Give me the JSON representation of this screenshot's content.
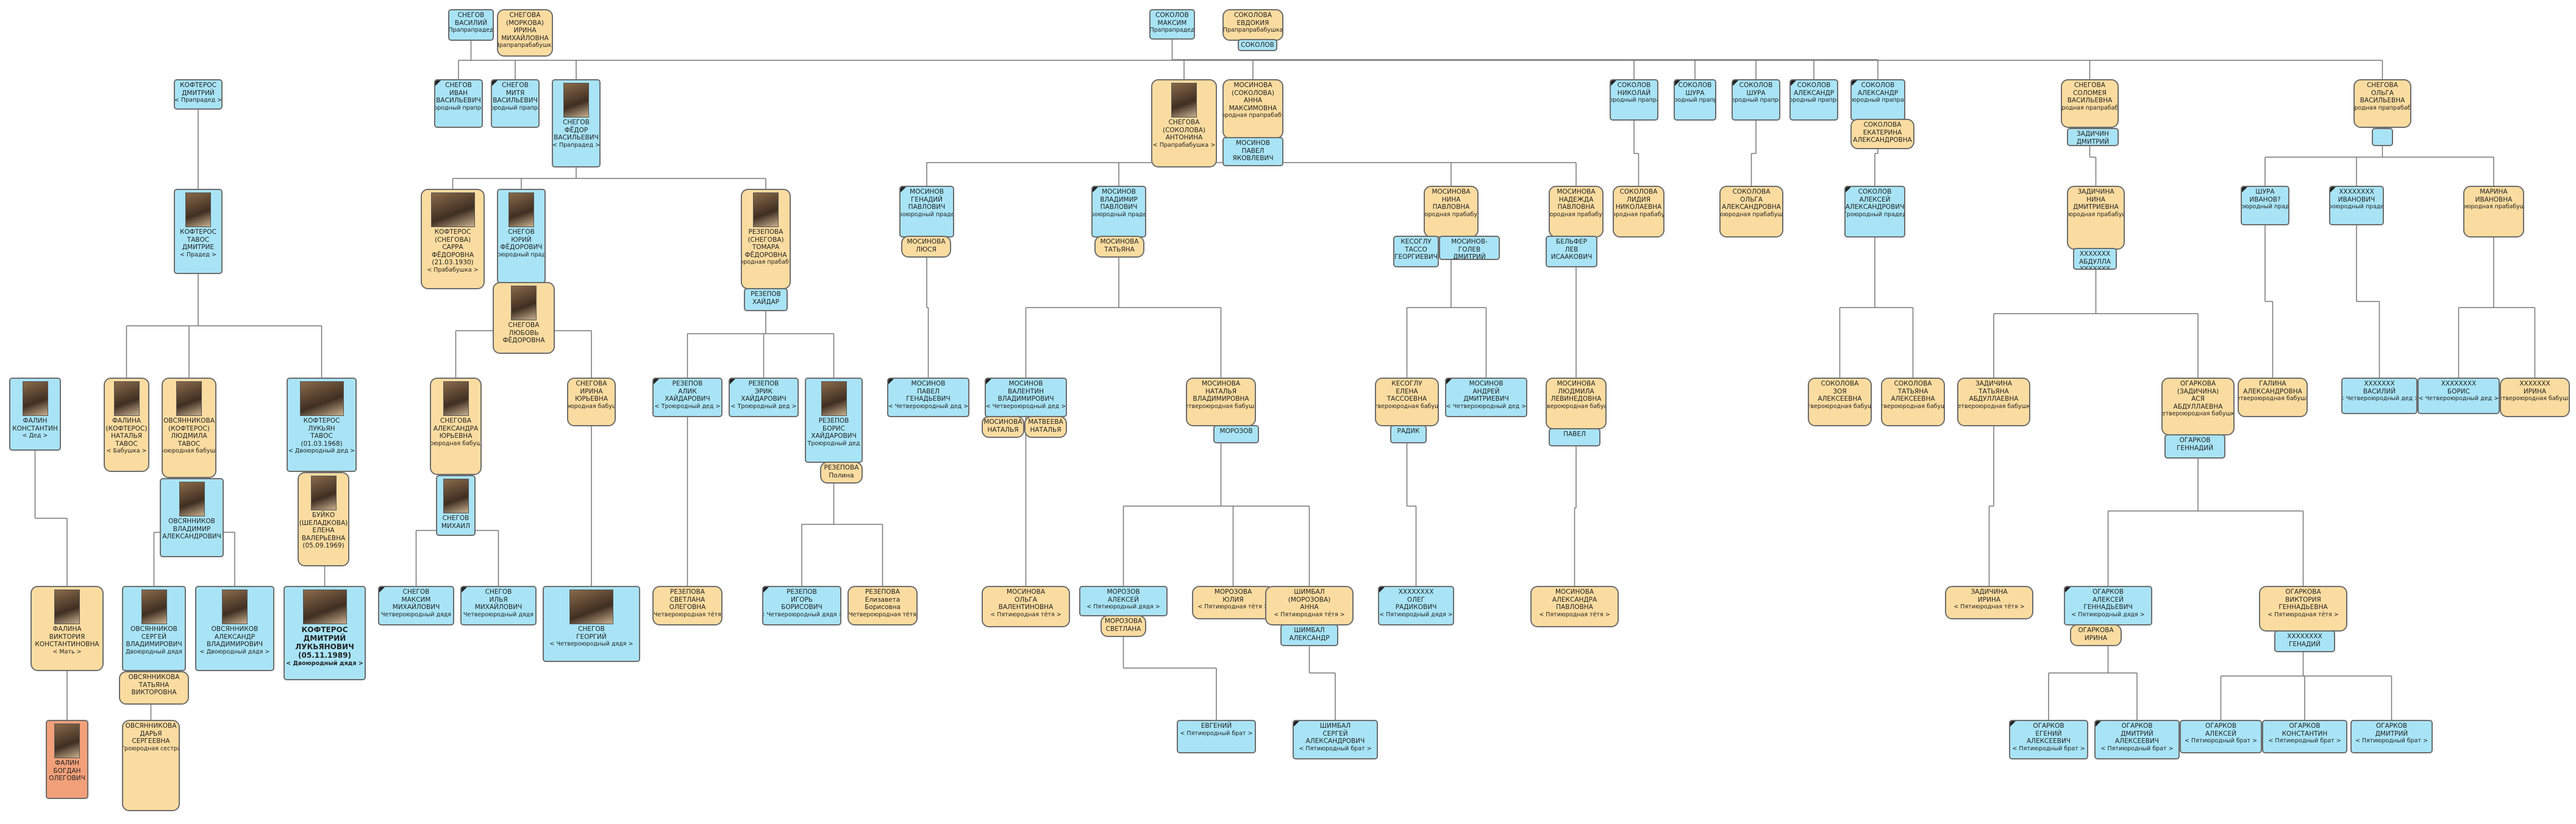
{
  "nodes": [
    {
      "id": "n1",
      "g": "m",
      "name": "СНЕГОВ\nВАСИЛИЙ",
      "rel": "< Прапрапрадед >"
    },
    {
      "id": "n2",
      "g": "f",
      "name": "СНЕГОВА\n(МОРКОВА)\nИРИНА\nМИХАЙЛОВНА",
      "rel": "< Прапрапрабабушка >"
    },
    {
      "id": "n3",
      "g": "m",
      "name": "СОКОЛОВ\nМАКСИМ",
      "rel": "< Прапрапрадед >"
    },
    {
      "id": "n4",
      "g": "f",
      "name": "СОКОЛОВА\nЕВДОКИЯ",
      "rel": "< Прапрапрабабушка >"
    },
    {
      "id": "n4s",
      "g": "m",
      "name": "СОКОЛОВ",
      "rel": ""
    },
    {
      "id": "n5",
      "g": "m",
      "name": "КОФТЕРОС\nДМИТРИЙ",
      "rel": "< Прапрадед >"
    },
    {
      "id": "n6",
      "g": "m",
      "name": "СНЕГОВ\nИВАН\nВАСИЛЬЕВИЧ",
      "rel": "< Двоюродный прапрадед >"
    },
    {
      "id": "n7",
      "g": "m",
      "name": "СНЕГОВ\nМИТЯ\nВАСИЛЬЕВИЧ",
      "rel": "< Двоюродный прапрадед >"
    },
    {
      "id": "n8",
      "g": "m",
      "name": "СНЕГОВ\nФЁДОР\nВАСИЛЬЕВИЧ",
      "rel": "< Прапрадед >",
      "photo": true
    },
    {
      "id": "n9",
      "g": "f",
      "name": "СНЕГОВА\n(СОКОЛОВА)\nАНТОНИНА",
      "rel": "< Прапрабабушка >",
      "photo": true
    },
    {
      "id": "n10",
      "g": "f",
      "name": "МОСИНОВА\n(СОКОЛОВА)\nАННА\nМАКСИМОВНА",
      "rel": "< Двоюродная прапрабабушка >"
    },
    {
      "id": "n10s",
      "g": "m",
      "name": "МОСИНОВ\nПАВЕЛ\nЯКОВЛЕВИЧ",
      "rel": ""
    },
    {
      "id": "n11",
      "g": "m",
      "name": "СОКОЛОВ\nНИКОЛАЙ",
      "rel": "< Двоюродный прапрадед >"
    },
    {
      "id": "n12",
      "g": "m",
      "name": "СОКОЛОВ\nШУРА",
      "rel": "< Двоюродный прапрадед >"
    },
    {
      "id": "n13",
      "g": "m",
      "name": "СОКОЛОВ\nШУРА",
      "rel": "< Двоюродный прапрадед >"
    },
    {
      "id": "n14",
      "g": "m",
      "name": "СОКОЛОВ\nАЛЕКСАНДР",
      "rel": "< Двоюродный прапрадед >"
    },
    {
      "id": "n15",
      "g": "m",
      "name": "СОКОЛОВ\nАЛЕКСАНДР",
      "rel": "< Двоюродный прапрадед >"
    },
    {
      "id": "n15s",
      "g": "f",
      "name": "СОКОЛОВА\nЕКАТЕРИНА\nАЛЕКСАНДРОВНА",
      "rel": ""
    },
    {
      "id": "n16",
      "g": "f",
      "name": "СНЕГОВА\nСОЛОМЕЯ\nВАСИЛЬЕВНА",
      "rel": "< Двоюродная прапрабабушка >"
    },
    {
      "id": "n16s",
      "g": "m",
      "name": "ЗАДИЧИН\nДМИТРИЙ",
      "rel": ""
    },
    {
      "id": "n17",
      "g": "f",
      "name": "СНЕГОВА\nОЛЬГА\nВАСИЛЬЕВНА",
      "rel": "< Двоюродная прапрабабушка >"
    },
    {
      "id": "n17s",
      "g": "m",
      "name": "",
      "rel": ""
    },
    {
      "id": "n18",
      "g": "m",
      "name": "КОФТЕРОС\nТАВОС\nДМИТРИЕ",
      "rel": "< Прадед >",
      "photo": true
    },
    {
      "id": "n19",
      "g": "f",
      "name": "КОФТЕРОС\n(СНЕГОВА)\nСАРРА\nФЁДОРОВНА\n(21.03.1930)",
      "rel": "< Прабабушка >",
      "photo": true,
      "wide": true
    },
    {
      "id": "n20",
      "g": "m",
      "name": "СНЕГОВ\nЮРИЙ\nФЁДОРОВИЧ",
      "rel": "< Двоюродный прадед >",
      "photo": true
    },
    {
      "id": "n20s",
      "g": "f",
      "name": "СНЕГОВА\nЛЮБОВЬ\nФЁДОРОВНА",
      "rel": "",
      "photo": true
    },
    {
      "id": "n21",
      "g": "f",
      "name": "РЕЗЕПОВА\n(СНЕГОВА)\nТОМАРА\nФЁДОРОВНА",
      "rel": "< Двоюродная прабабушка >",
      "photo": true
    },
    {
      "id": "n21s",
      "g": "m",
      "name": "РЕЗЕПОВ\nХАЙДАР",
      "rel": ""
    },
    {
      "id": "n22",
      "g": "m",
      "name": "МОСИНОВ\nГЕНАДИЙ\nПАВЛОВИЧ",
      "rel": "< Троюродный прадед >"
    },
    {
      "id": "n22s",
      "g": "f",
      "name": "МОСИНОВА\nЛЮСЯ",
      "rel": ""
    },
    {
      "id": "n23",
      "g": "m",
      "name": "МОСИНОВ\nВЛАДИМИР\nПАВЛОВИЧ",
      "rel": "< Троюродный прадед >"
    },
    {
      "id": "n23s",
      "g": "f",
      "name": "МОСИНОВА\nТАТЬЯНА",
      "rel": ""
    },
    {
      "id": "n24",
      "g": "f",
      "name": "МОСИНОВА\nНИНА\nПАВЛОВНА",
      "rel": "< Троюродная прабабушка >"
    },
    {
      "id": "n24a",
      "g": "m",
      "name": "КЕСОГЛУ\nТАССО\nГЕОРГИЕВИЧ",
      "rel": ""
    },
    {
      "id": "n24b",
      "g": "m",
      "name": "МОСИНОВ-ГОЛЕВ\nДМИТРИЙ",
      "rel": ""
    },
    {
      "id": "n25",
      "g": "f",
      "name": "МОСИНОВА\nНАДЕЖДА\nПАВЛОВНА",
      "rel": "< Троюродная прабабушка >"
    },
    {
      "id": "n25s",
      "g": "m",
      "name": "БЕЛЬФЕР\nЛЕВ\nИСААКОВИЧ",
      "rel": ""
    },
    {
      "id": "n26",
      "g": "f",
      "name": "СОКОЛОВА\nЛИДИЯ\nНИКОЛАЕВНА",
      "rel": "< Троюродная прабабушка >"
    },
    {
      "id": "n27",
      "g": "f",
      "name": "СОКОЛОВА\nОЛЬГА\nАЛЕКСАНДРОВНА",
      "rel": "< Троюродная прабабушка >"
    },
    {
      "id": "n28",
      "g": "m",
      "name": "СОКОЛОВ\nАЛЕКСЕЙ\nАЛЕКСАНДРОВИЧ",
      "rel": "< Троюродный прадед >"
    },
    {
      "id": "n29",
      "g": "f",
      "name": "ЗАДИЧИНА\nНИНА\nДМИТРИЕВНА",
      "rel": "< Троюродная прабабушка >"
    },
    {
      "id": "n29s",
      "g": "m",
      "name": "ХХХХХХХ\nАБДУЛЛА\nХХХХХХХ",
      "rel": ""
    },
    {
      "id": "n30",
      "g": "m",
      "name": "ШУРА\nИВАНОВ?",
      "rel": "< Троюродный прадед >"
    },
    {
      "id": "n31",
      "g": "m",
      "name": "ХХХХХХХХ\nИВАНОВИЧ",
      "rel": "< Троюродный прадед >"
    },
    {
      "id": "n32",
      "g": "f",
      "name": "МАРИНА\nИВАНОВНА",
      "rel": "< Троюродная прабабушка >"
    },
    {
      "id": "n33",
      "g": "m",
      "name": "ФАЛИН\nКОНСТАНТИН",
      "rel": "< Дед >",
      "photo": true
    },
    {
      "id": "n34",
      "g": "f",
      "name": "ФАЛИНА\n(КОФТЕРОС)\nНАТАЛЬЯ\nТАВОС",
      "rel": "< Бабушка >",
      "photo": true
    },
    {
      "id": "n35",
      "g": "f",
      "name": "ОВСЯННИКОВА\n(КОФТЕРОС)\nЛЮДМИЛА\nТАВОС",
      "rel": "< Двоюродная бабушка >",
      "photo": true
    },
    {
      "id": "n35s",
      "g": "m",
      "name": "ОВСЯННИКОВ\nВЛАДИМИР\nАЛЕКСАНДРОВИЧ",
      "rel": "",
      "photo": true
    },
    {
      "id": "n36",
      "g": "m",
      "name": "КОФТЕРОС\nЛУКЬЯН\nТАВОС\n(01.03.1968)",
      "rel": "< Двоюродный дед >",
      "photo": true,
      "wide": true
    },
    {
      "id": "n36s",
      "g": "f",
      "name": "БУЙКО\n(ШЕЛАДКОВА)\nЕЛЕНА\nВАЛЕРЬЕВНА\n(05.09.1969)",
      "rel": "",
      "photo": true
    },
    {
      "id": "n37",
      "g": "f",
      "name": "СНЕГОВА\nАЛЕКСАНДРА\nЮРЬЕВНА",
      "rel": "< Троюродная бабушка >",
      "photo": true
    },
    {
      "id": "n37s",
      "g": "m",
      "name": "СНЕГОВ\nМИХАИЛ",
      "rel": "",
      "photo": true
    },
    {
      "id": "n38",
      "g": "f",
      "name": "СНЕГОВА\nИРИНА\nЮРЬЕВНА",
      "rel": "< Троюродная бабушка >"
    },
    {
      "id": "n39",
      "g": "m",
      "name": "РЕЗЕПОВ\nАЛИК\nХАЙДАРОВИЧ",
      "rel": "< Троюродный дед >"
    },
    {
      "id": "n40",
      "g": "m",
      "name": "РЕЗЕПОВ\nЭРИК\nХАЙДАРОВИЧ",
      "rel": "< Троюродный дед >"
    },
    {
      "id": "n41",
      "g": "m",
      "name": "РЕЗЕПОВ\nБОРИС\nХАЙДАРОВИЧ",
      "rel": "< Троюродный дед >",
      "photo": true
    },
    {
      "id": "n41s",
      "g": "f",
      "name": "РЕЗЕПОВА\nПолина",
      "rel": ""
    },
    {
      "id": "n42",
      "g": "m",
      "name": "МОСИНОВ\nПАВЕЛ\nГЕНАДЬЕВИЧ",
      "rel": "< Четвероюродный дед >"
    },
    {
      "id": "n43",
      "g": "m",
      "name": "МОСИНОВ\nВАЛЕНТИН\nВЛАДИМИРОВИЧ",
      "rel": "< Четвероюродный дед >"
    },
    {
      "id": "n43a",
      "g": "f",
      "name": "МОСИНОВА\nНАТАЛЬЯ",
      "rel": ""
    },
    {
      "id": "n43b",
      "g": "f",
      "name": "МАТВЕЕВА\nНАТАЛЬЯ",
      "rel": ""
    },
    {
      "id": "n44",
      "g": "f",
      "name": "МОСИНОВА\nНАТАЛЬЯ\nВЛАДИМИРОВНА",
      "rel": "< Четвероюродная бабушка >"
    },
    {
      "id": "n44s",
      "g": "m",
      "name": "МОРОЗОВ",
      "rel": ""
    },
    {
      "id": "n45",
      "g": "f",
      "name": "КЕСОГЛУ\nЕЛЕНА\nТАССОЕВНА",
      "rel": "< Четвероюродная бабушка >"
    },
    {
      "id": "n45s",
      "g": "m",
      "name": "РАДИК",
      "rel": ""
    },
    {
      "id": "n46",
      "g": "m",
      "name": "МОСИНОВ\nАНДРЕЙ\nДМИТРИЕВИЧ",
      "rel": "< Четвероюродный дед >"
    },
    {
      "id": "n47",
      "g": "f",
      "name": "МОСИНОВА\nЛЮДМИЛА\nЛЕВИНЕДОВНА",
      "rel": "< Четвероюродная бабушка >"
    },
    {
      "id": "n47s",
      "g": "m",
      "name": "ПАВЕЛ",
      "rel": ""
    },
    {
      "id": "n48",
      "g": "f",
      "name": "СОКОЛОВА\nЗОЯ\nАЛЕКСЕЕВНА",
      "rel": "< Четвероюродная бабушка >"
    },
    {
      "id": "n49",
      "g": "f",
      "name": "СОКОЛОВА\nТАТЬЯНА\nАЛЕКСЕЕВНА",
      "rel": "< Четвероюродная бабушка >"
    },
    {
      "id": "n50",
      "g": "f",
      "name": "ЗАДИЧИНА\nТАТЬЯНА\nАБДУЛЛАЕВНА",
      "rel": "< Четвероюродная бабушка >"
    },
    {
      "id": "n51",
      "g": "f",
      "name": "ОГАРКОВА\n(ЗАДИЧИНА)\nАСЯ\nАБДУЛЛАЕВНА",
      "rel": "< Четвероюродная бабушка >"
    },
    {
      "id": "n51s",
      "g": "m",
      "name": "ОГАРКОВ\nГЕННАДИЙ",
      "rel": ""
    },
    {
      "id": "n52",
      "g": "f",
      "name": "ГАЛИНА\nАЛЕКСАНДРОВНА",
      "rel": "< Четвероюродная бабушка >"
    },
    {
      "id": "n53",
      "g": "m",
      "name": "ХХХХХХХ\nВАСИЛИЙ",
      "rel": "< Четвероюродный дед >"
    },
    {
      "id": "n54",
      "g": "m",
      "name": "ХХХХХХХХ\nБОРИС",
      "rel": "< Четвероюродный дед >"
    },
    {
      "id": "n55",
      "g": "f",
      "name": "ХХХХХХХ\nИРИНА",
      "rel": "< Четвероюродная бабушка >"
    },
    {
      "id": "n56",
      "g": "f",
      "name": "ФАЛИНА\nВИКТОРИЯ\nКОНСТАНТИНОВНА",
      "rel": "< Мать >",
      "photo": true
    },
    {
      "id": "n57",
      "g": "m",
      "name": "ОВСЯННИКОВ\nСЕРГЕЙ\nВЛАДИМИРОВИЧ",
      "rel": "< Двоюродный дядя >",
      "photo": true
    },
    {
      "id": "n57s",
      "g": "f",
      "name": "ОВСЯННИКОВА\nТАТЬЯНА\nВИКТОРОВНА",
      "rel": ""
    },
    {
      "id": "n58",
      "g": "m",
      "name": "ОВСЯННИКОВ\nАЛЕКСАНДР\nВЛАДИМИРОВИЧ",
      "rel": "< Двоюродный дядя >",
      "photo": true
    },
    {
      "id": "n59",
      "g": "self",
      "name": "КОФТЕРОС\nДМИТРИЙ\nЛУКЬЯНОВИЧ\n(05.11.1989)",
      "rel": "< Двоюродный дядя >",
      "photo": true,
      "wide": true
    },
    {
      "id": "n60",
      "g": "m",
      "name": "СНЕГОВ\nМАКСИМ\nМИХАЙЛОВИЧ",
      "rel": "< Четвероюродный дядя >"
    },
    {
      "id": "n61",
      "g": "m",
      "name": "СНЕГОВ\nИЛЬЯ\nМИХАЙЛОВИЧ",
      "rel": "< Четвероюродный дядя >"
    },
    {
      "id": "n62",
      "g": "m",
      "name": "СНЕГОВ\nГЕОРГИЙ",
      "rel": "< Четвероюродный дядя >",
      "photo": true,
      "wide": true
    },
    {
      "id": "n63",
      "g": "f",
      "name": "РЕЗЕПОВА\nСВЕТЛАНА\nОЛЕГОВНА",
      "rel": "< Четвероюродная тётя >"
    },
    {
      "id": "n64",
      "g": "m",
      "name": "РЕЗЕПОВ\nИГОРЬ\nБОРИСОВИЧ",
      "rel": "< Четвероюродный дядя >"
    },
    {
      "id": "n65",
      "g": "f",
      "name": "РЕЗЕПОВА\nЕлизавета\nБорисовна",
      "rel": "< Четвероюродная тётя >"
    },
    {
      "id": "n66",
      "g": "f",
      "name": "МОСИНОВА\nОЛЬГА\nВАЛЕНТИНОВНА",
      "rel": "< Пятиюродная тётя >"
    },
    {
      "id": "n67",
      "g": "m",
      "name": "МОРОЗОВ\nАЛЕКСЕЙ",
      "rel": "< Пятиюродный дядя >"
    },
    {
      "id": "n67s",
      "g": "f",
      "name": "МОРОЗОВА\nСВЕТЛАНА",
      "rel": ""
    },
    {
      "id": "n68",
      "g": "f",
      "name": "МОРОЗОВА\nЮЛИЯ",
      "rel": "< Пятиюродная тётя >"
    },
    {
      "id": "n69",
      "g": "f",
      "name": "ШИМБАЛ\n(МОРОЗОВА)\nАННА",
      "rel": "< Пятиюродная тётя >"
    },
    {
      "id": "n69s",
      "g": "m",
      "name": "ШИМБАЛ\nАЛЕКСАНДР",
      "rel": ""
    },
    {
      "id": "n70",
      "g": "m",
      "name": "ХХХХХХХХ\nОЛЕГ\nРАДИКОВИЧ",
      "rel": "< Пятиюродный дядя >"
    },
    {
      "id": "n71",
      "g": "f",
      "name": "МОСИНОВА\nАЛЕКСАНДРА\nПАВЛОВНА",
      "rel": "< Пятиюродная тётя >"
    },
    {
      "id": "n72",
      "g": "f",
      "name": "ЗАДИЧИНА\nИРИНА",
      "rel": "< Пятиюродная тётя >"
    },
    {
      "id": "n73",
      "g": "m",
      "name": "ОГАРКОВ\nАЛЕКСЕЙ\nГЕННАДЬЕВИЧ",
      "rel": "< Пятиюродный дядя >"
    },
    {
      "id": "n73s",
      "g": "f",
      "name": "ОГАРКОВА\nИРИНА",
      "rel": ""
    },
    {
      "id": "n74",
      "g": "f",
      "name": "ОГАРКОВА\nВИКТОРИЯ\nГЕННАДЬЕВНА",
      "rel": "< Пятиюродная тётя >"
    },
    {
      "id": "n74s",
      "g": "m",
      "name": "ХХХХХХХХ\nГЕНАДИЙ",
      "rel": ""
    },
    {
      "id": "n75",
      "g": "cousin",
      "name": "ФАЛИН\nБОГДАН\nОЛЕГОВИЧ",
      "rel": "",
      "photo": true
    },
    {
      "id": "n76",
      "g": "f",
      "name": "ОВСЯННИКОВА\nДАРЬЯ\nСЕРГЕЕВНА",
      "rel": "< Троюродная сестра >"
    },
    {
      "id": "n77",
      "g": "m",
      "name": "ЕВГЕНИЙ",
      "rel": "< Пятиюродный брат >"
    },
    {
      "id": "n78",
      "g": "m",
      "name": "ШИМБАЛ\nСЕРГЕЙ\nАЛЕКСАНДРОВИЧ",
      "rel": "< Пятиюродный брат >"
    },
    {
      "id": "n79",
      "g": "m",
      "name": "ОГАРКОВ\nЕГЕНИЙ\nАЛЕКСЕЕВИЧ",
      "rel": "< Пятиюродный брат >"
    },
    {
      "id": "n80",
      "g": "m",
      "name": "ОГАРКОВ\nДМИТРИЙ\nАЛЕКСЕЕВИЧ",
      "rel": "< Пятиюродный брат >"
    },
    {
      "id": "n81",
      "g": "m",
      "name": "ОГАРКОВ\nАЛЕКСЕЙ",
      "rel": "< Пятиюродный брат >"
    },
    {
      "id": "n82",
      "g": "m",
      "name": "ОГАРКОВ\nКОНСТАНТИН",
      "rel": "< Пятиюродный брат >"
    },
    {
      "id": "n83",
      "g": "m",
      "name": "ОГАРКОВ\nДМИТРИЙ",
      "rel": "< Пятиюродный брат >"
    }
  ],
  "links": [
    [
      "n1",
      "n6"
    ],
    [
      "n1",
      "n7"
    ],
    [
      "n1",
      "n8"
    ],
    [
      "n1",
      "n16"
    ],
    [
      "n1",
      "n17"
    ],
    [
      "n3",
      "n9"
    ],
    [
      "n3",
      "n10"
    ],
    [
      "n3",
      "n11"
    ],
    [
      "n3",
      "n12"
    ],
    [
      "n3",
      "n13"
    ],
    [
      "n3",
      "n14"
    ],
    [
      "n3",
      "n15"
    ],
    [
      "n5",
      "n18"
    ],
    [
      "n8",
      "n19"
    ],
    [
      "n8",
      "n20"
    ],
    [
      "n8",
      "n21"
    ],
    [
      "n10",
      "n22"
    ],
    [
      "n10",
      "n23"
    ],
    [
      "n10",
      "n24"
    ],
    [
      "n10",
      "n25"
    ],
    [
      "n11",
      "n26"
    ],
    [
      "n13",
      "n27"
    ],
    [
      "n15",
      "n28"
    ],
    [
      "n16",
      "n29"
    ],
    [
      "n17",
      "n30"
    ],
    [
      "n17",
      "n31"
    ],
    [
      "n17",
      "n32"
    ],
    [
      "n18",
      "n34"
    ],
    [
      "n18",
      "n35"
    ],
    [
      "n18",
      "n36"
    ],
    [
      "n20",
      "n37"
    ],
    [
      "n20",
      "n38"
    ],
    [
      "n21",
      "n39"
    ],
    [
      "n21",
      "n40"
    ],
    [
      "n21",
      "n41"
    ],
    [
      "n22",
      "n42"
    ],
    [
      "n23",
      "n43"
    ],
    [
      "n23",
      "n44"
    ],
    [
      "n24",
      "n45"
    ],
    [
      "n24",
      "n46"
    ],
    [
      "n25",
      "n47"
    ],
    [
      "n28",
      "n48"
    ],
    [
      "n28",
      "n49"
    ],
    [
      "n29",
      "n50"
    ],
    [
      "n29",
      "n51"
    ],
    [
      "n30",
      "n52"
    ],
    [
      "n31",
      "n53"
    ],
    [
      "n32",
      "n54"
    ],
    [
      "n32",
      "n55"
    ],
    [
      "n33",
      "n56"
    ],
    [
      "n35",
      "n57"
    ],
    [
      "n35",
      "n58"
    ],
    [
      "n36",
      "n59"
    ],
    [
      "n37",
      "n60"
    ],
    [
      "n37",
      "n61"
    ],
    [
      "n38",
      "n62"
    ],
    [
      "n39",
      "n63"
    ],
    [
      "n41",
      "n64"
    ],
    [
      "n41",
      "n65"
    ],
    [
      "n43",
      "n66"
    ],
    [
      "n44",
      "n67"
    ],
    [
      "n44",
      "n68"
    ],
    [
      "n44",
      "n69"
    ],
    [
      "n45",
      "n70"
    ],
    [
      "n47",
      "n71"
    ],
    [
      "n50",
      "n72"
    ],
    [
      "n51",
      "n73"
    ],
    [
      "n51",
      "n74"
    ],
    [
      "n56",
      "n75"
    ],
    [
      "n57",
      "n76"
    ],
    [
      "n67",
      "n77"
    ],
    [
      "n69",
      "n78"
    ],
    [
      "n73",
      "n79"
    ],
    [
      "n73",
      "n80"
    ],
    [
      "n74",
      "n81"
    ],
    [
      "n74",
      "n82"
    ],
    [
      "n74",
      "n83"
    ]
  ]
}
